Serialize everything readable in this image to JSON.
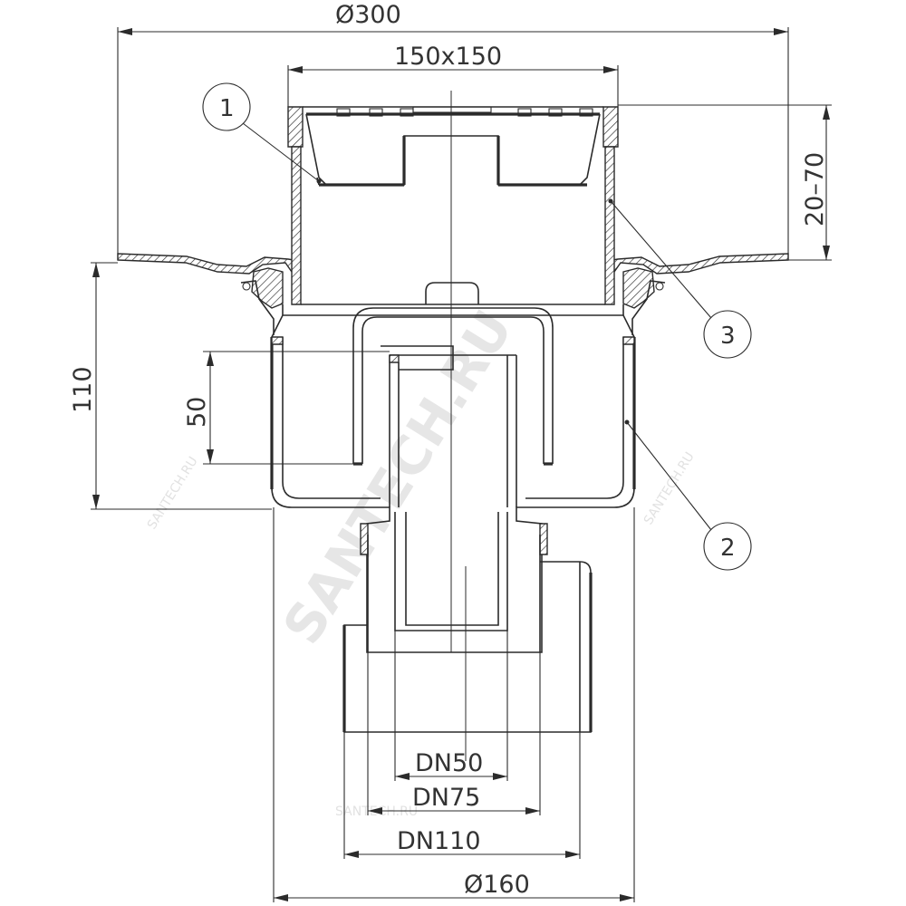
{
  "dimensions": {
    "overall_diameter": "Ø300",
    "grate_size": "150x150",
    "height_adjust": "20–70",
    "body_height": "110",
    "water_seal": "50",
    "outlet_dn50": "DN50",
    "outlet_dn75": "DN75",
    "outlet_dn110": "DN110",
    "outlet_diameter": "Ø160"
  },
  "callouts": [
    "1",
    "2",
    "3"
  ],
  "watermark": {
    "main": "SANTECH.RU",
    "small_left": "SANTECH.RU",
    "small_right": "SANTECH.RU",
    "small_bottom": "SANTECH.RU"
  }
}
